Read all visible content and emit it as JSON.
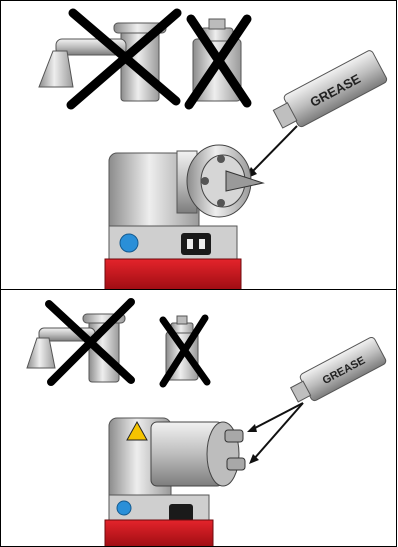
{
  "panels": [
    {
      "id": "top",
      "prohibited_items": [
        "tap-icon",
        "spray-can-icon"
      ],
      "tube_label": "GREASE",
      "unit": "grinder-head-cone-shaft"
    },
    {
      "id": "bottom",
      "prohibited_items": [
        "tap-icon",
        "spray-can-icon"
      ],
      "tube_label": "GREASE",
      "unit": "grinder-head-pin-shaft"
    }
  ],
  "colors": {
    "cross": "#000000",
    "metal_light": "#d8d8d8",
    "metal_dark": "#8a8a8a",
    "base_red": "#d0141c",
    "warning_yellow": "#f5c400",
    "blue_dot": "#2a8fd8"
  }
}
